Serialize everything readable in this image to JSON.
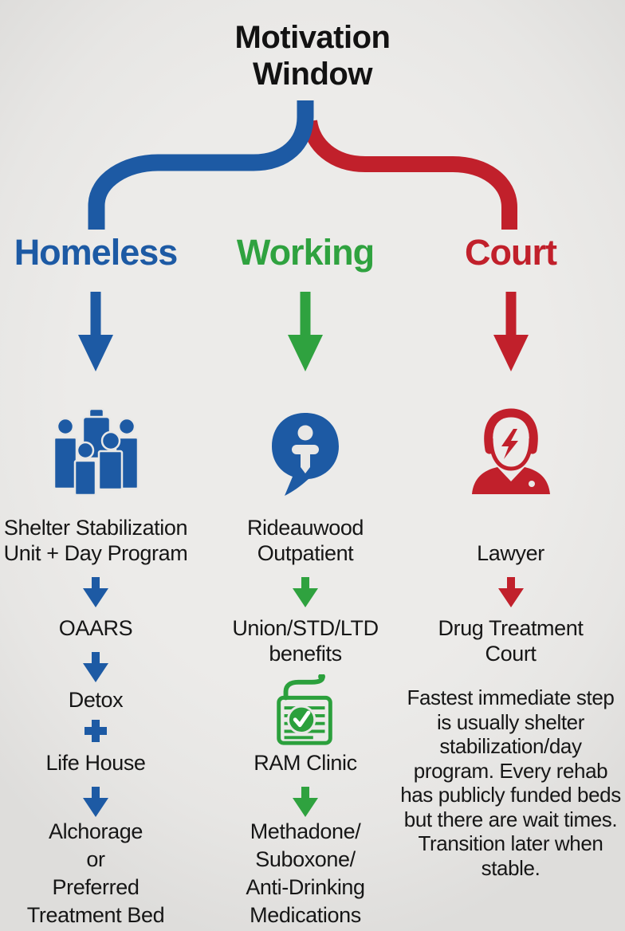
{
  "title": "Motivation\nWindow",
  "colors": {
    "blue": "#1d5aa4",
    "green": "#2fa23f",
    "red": "#c1202b",
    "text": "#161616",
    "background": "#e9e8e6"
  },
  "columns": {
    "homeless": {
      "label": "Homeless",
      "icon": "people-group",
      "steps": {
        "step1": "Shelter Stabilization\nUnit + Day Program",
        "step2": "OAARS",
        "step3": "Detox",
        "connector": "plus",
        "step4": "Life House",
        "step5": "Alchorage\nor\nPreferred\nTreatment Bed"
      }
    },
    "working": {
      "label": "Working",
      "icon": "person-speech-bubble",
      "steps": {
        "step1": "Rideauwood\nOutpatient",
        "step2": "Union/STD/LTD\nbenefits",
        "icon2": "medical-checklist",
        "step3": "RAM Clinic",
        "step4": "Methadone/\nSuboxone/\nAnti-Drinking\nMedications"
      }
    },
    "court": {
      "label": "Court",
      "icon": "person-lightning",
      "steps": {
        "step1": "Lawyer",
        "step2": "Drug Treatment\nCourt"
      },
      "note": "Fastest immediate step\nis usually shelter\nstabilization/day\nprogram. Every rehab\nhas publicly funded beds\nbut there are wait times.\nTransition later when\nstable."
    }
  }
}
